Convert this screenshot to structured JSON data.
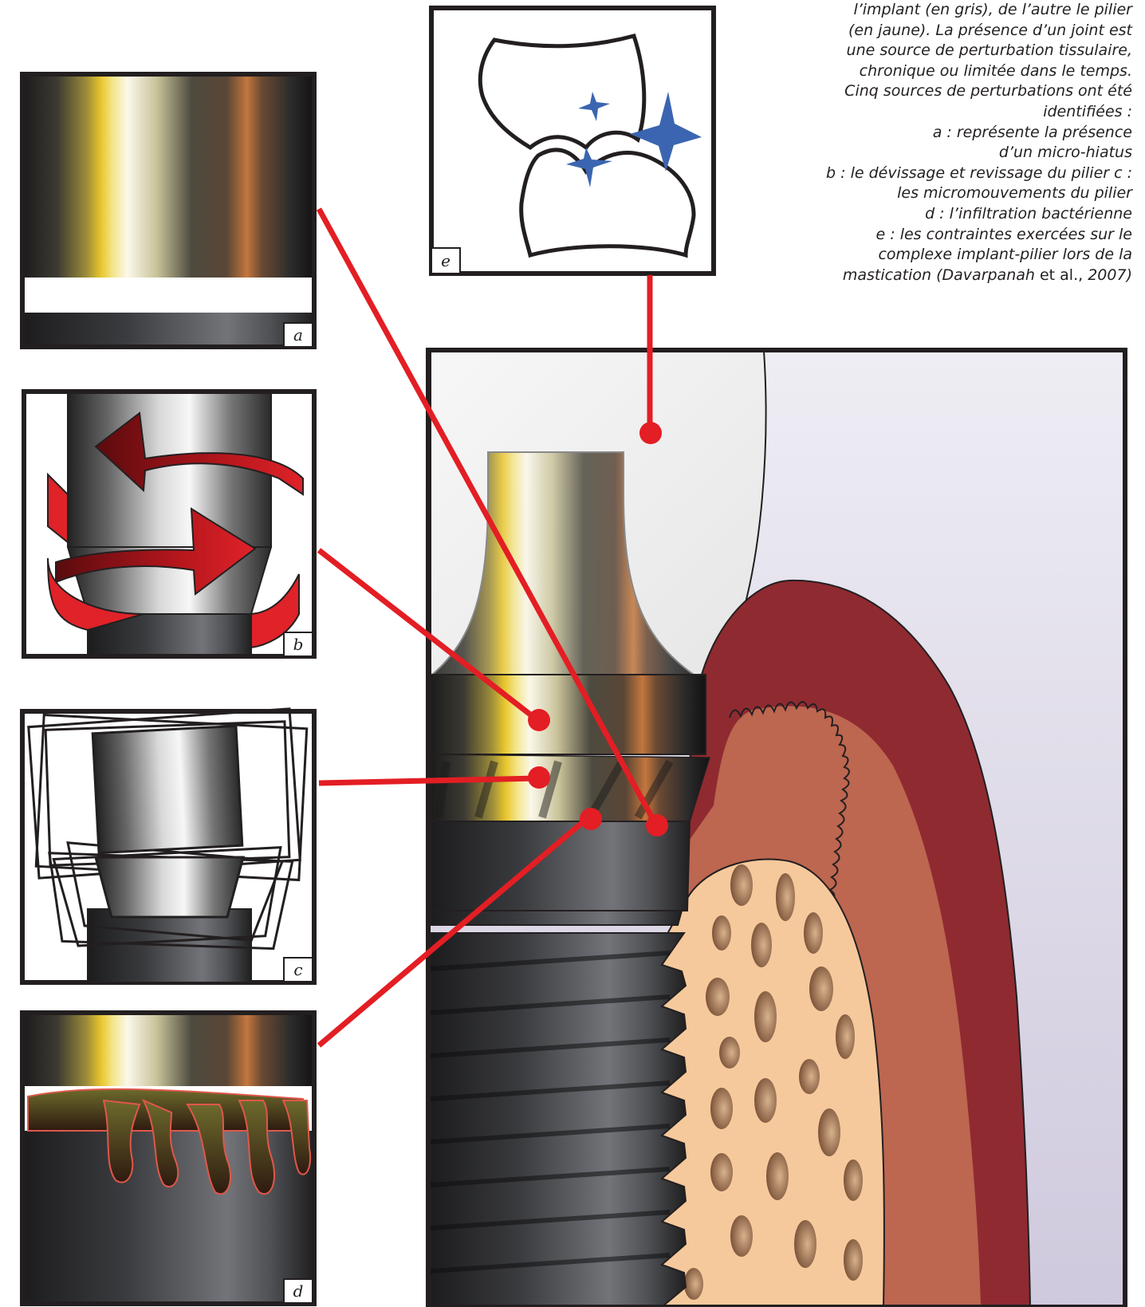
{
  "caption": {
    "lines": [
      "l’implant (en gris), de l’autre le pilier",
      "(en jaune). La présence d’un joint est",
      "une source de perturbation tissulaire,",
      "chronique ou limitée dans le temps.",
      "Cinq sources de perturbations ont été",
      "identifiées :",
      "a : représente la présence",
      "d’un micro-hiatus",
      "b : le dévissage et revissage du pilier c :",
      "les micromouvements du pilier",
      "d : l’infiltration bactérienne",
      "e : les contraintes exercées sur le",
      "complexe implant-pilier lors de la"
    ],
    "last_line_pre": "mastication (Davarpanah",
    "last_line_upright": "et al.,",
    "last_line_post": "2007)"
  },
  "panels": {
    "a": {
      "letter": "a"
    },
    "b": {
      "letter": "b"
    },
    "c": {
      "letter": "c"
    },
    "d": {
      "letter": "d"
    },
    "e": {
      "letter": "e"
    }
  },
  "colors": {
    "connector": "#e31e24",
    "gold": "#e8c22a",
    "titanium": "#55565a",
    "gum_dark": "#8f2a31",
    "gum_light": "#bd6650",
    "bone": "#f6c99c",
    "crown": "#efefef",
    "star": "#3b65b1"
  }
}
